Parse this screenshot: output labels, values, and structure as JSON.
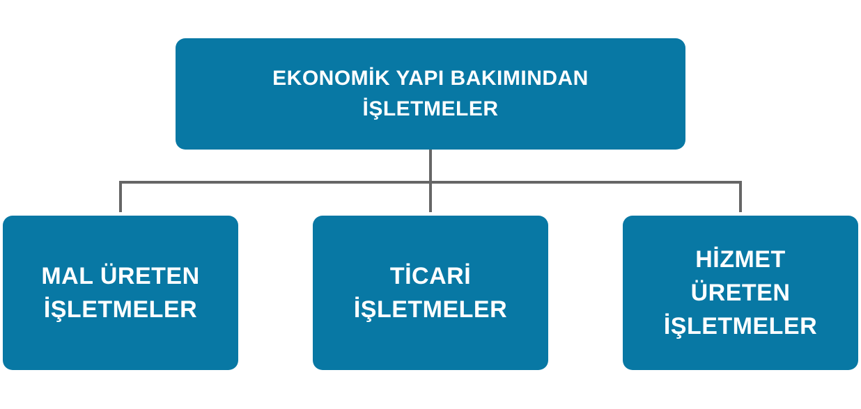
{
  "diagram": {
    "root": {
      "label": "EKONOMİK  YAPI BAKIMINDAN\nİŞLETMELER"
    },
    "children": [
      {
        "label": "MAL ÜRETEN\nİŞLETMELER"
      },
      {
        "label": "TİCARİ\nİŞLETMELER"
      },
      {
        "label": "HİZMET\nÜRETEN\nİŞLETMELER"
      }
    ],
    "colors": {
      "box_fill": "#0878a4",
      "box_text": "#ffffff",
      "connector": "#666666"
    }
  }
}
